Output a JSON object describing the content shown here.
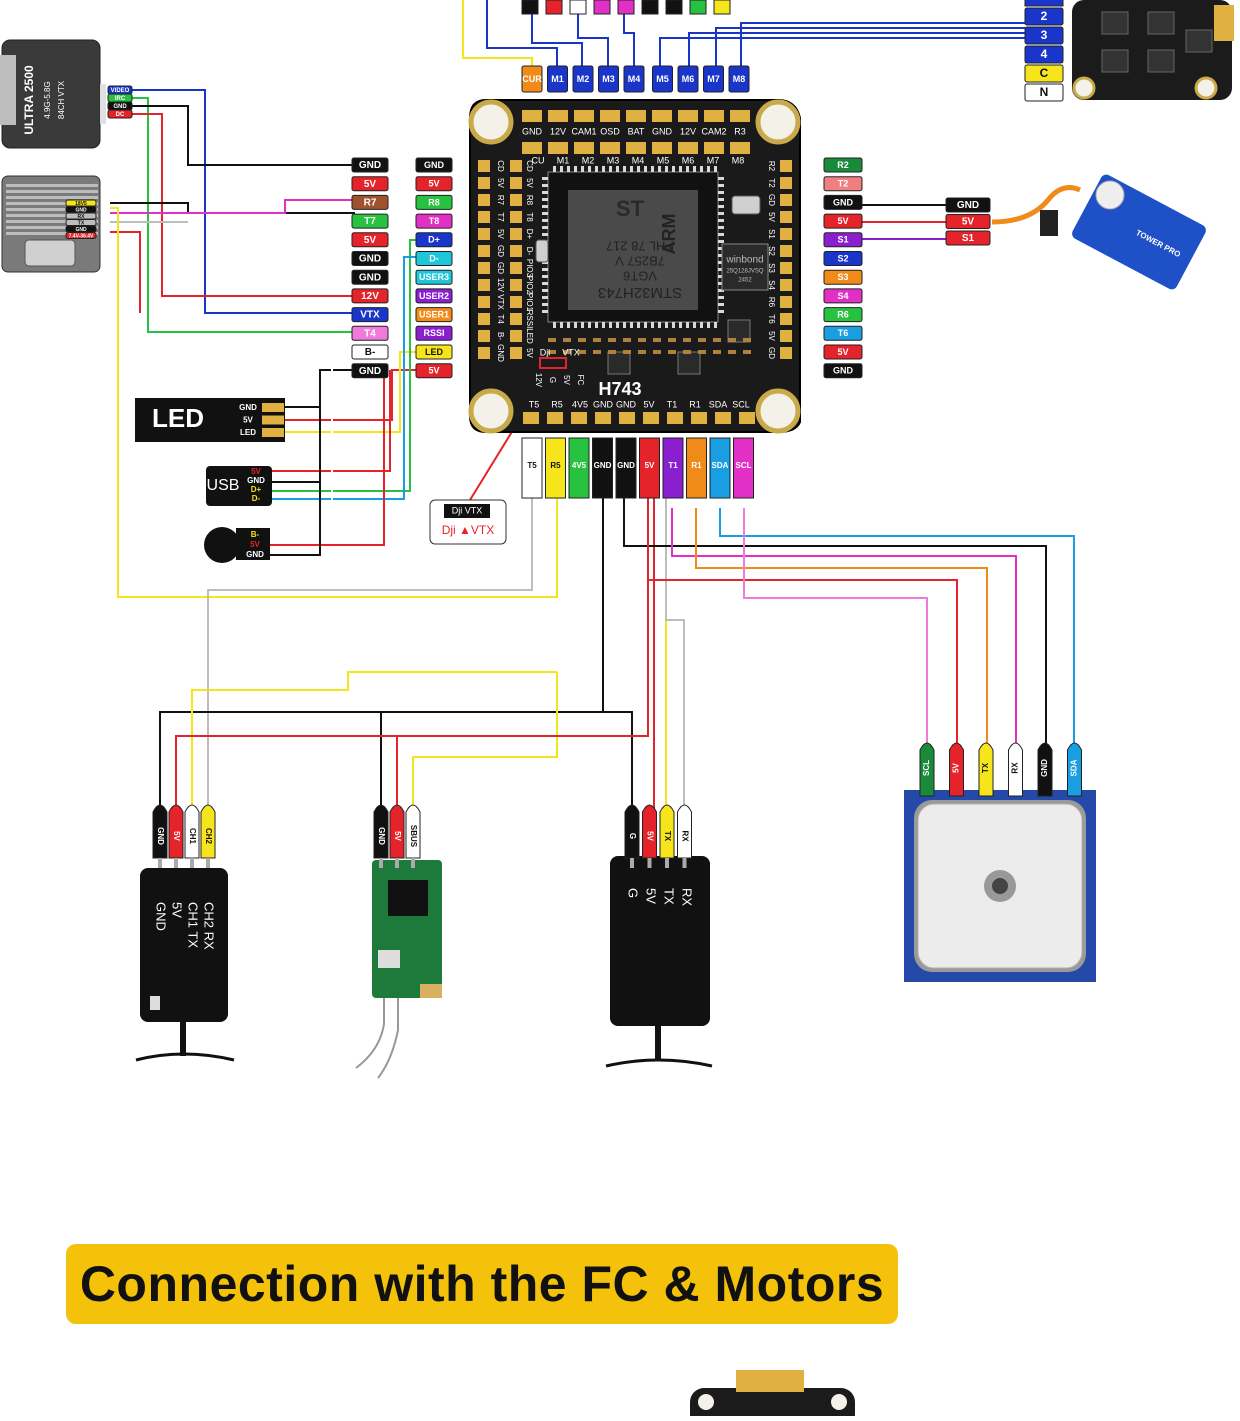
{
  "colors": {
    "black": "#111111",
    "red": "#e5232a",
    "yellow": "#f7e51b",
    "green": "#27c23f",
    "blue": "#1a35c9",
    "magenta": "#e230c7",
    "orange": "#f08a19",
    "white": "#ffffff",
    "sky": "#1a9ee2",
    "pink": "#f07ad9",
    "violet": "#8a1fd0",
    "brown": "#a0522d",
    "cyan": "#1ec6d8",
    "gray": "#bdbdbd",
    "salmon": "#f07f7f",
    "darkgreen": "#198a3a",
    "banner": "#f5c20b"
  },
  "vtx_module": {
    "brand": "ULTRA 2500",
    "subtitle": "4.9G-5.8G",
    "subtitle2": "84CH VTX",
    "pins": [
      "VIDEO",
      "IRC",
      "GND",
      "DC"
    ]
  },
  "camera_pins": [
    "18V5",
    "GND",
    "RX",
    "TX",
    "GND",
    "7.4V-36.4V"
  ],
  "esc": {
    "motor_pads": [
      "2",
      "3",
      "4",
      "C",
      "N"
    ]
  },
  "motor_pins": [
    "CUR",
    "M1",
    "M2",
    "M3",
    "M4",
    "M5",
    "M6",
    "M7",
    "M8"
  ],
  "left_pins_outer": [
    "GND",
    "5V",
    "R7",
    "T7",
    "5V",
    "GND",
    "GND",
    "12V",
    "VTX",
    "T4",
    "B-",
    "GND"
  ],
  "left_pins_inner": [
    "GND",
    "5V",
    "R8",
    "T8",
    "D+",
    "D-",
    "USER3",
    "USER2",
    "USER1",
    "RSSI",
    "LED",
    "5V"
  ],
  "right_pins": [
    "R2",
    "T2",
    "GND",
    "5V",
    "S1",
    "S2",
    "S3",
    "S4",
    "R6",
    "T6",
    "5V",
    "GND"
  ],
  "servo_pins": [
    "GND",
    "5V",
    "S1"
  ],
  "servo_label": "TOWER PRO",
  "bottom_pins": [
    "T5",
    "R5",
    "4V5",
    "GND",
    "GND",
    "5V",
    "T1",
    "R1",
    "SDA",
    "SCL"
  ],
  "fc": {
    "name": "H743",
    "mcu_line1": "STM32H743",
    "mcu_line2": "VGT6",
    "mcu_line3": "7B257 V",
    "mcu_line4": "PHL 78 217",
    "mcu_brand": "ARM",
    "flash_brand": "winbond",
    "flash_line1": "25Q128JVSQ",
    "flash_line2": "2452",
    "top_silk": [
      "GND",
      "12V",
      "CAM1",
      "OSD",
      "BAT",
      "GND",
      "12V",
      "CAM2",
      "R3"
    ],
    "top_silk2": [
      "CU",
      "M1",
      "M2",
      "M3",
      "M4",
      "M5",
      "M6",
      "M7",
      "M8"
    ],
    "bottom_silk": [
      "T5",
      "R5",
      "4V5",
      "GND",
      "GND",
      "5V",
      "T1",
      "R1",
      "SDA",
      "SCL"
    ],
    "left_silk": [
      "CD",
      "5V",
      "R7",
      "T7",
      "5V",
      "GD",
      "GD",
      "12V",
      "VTX",
      "T4",
      "B-",
      "GND"
    ],
    "left_silk2": [
      "CD",
      "5V",
      "R8",
      "T8",
      "D+",
      "D-",
      "PIO3",
      "PIO2",
      "PIO1",
      "RSSI",
      "LED",
      "5V"
    ],
    "right_silk": [
      "R2",
      "T2",
      "GD",
      "5V",
      "S1",
      "S2",
      "S3",
      "S4",
      "R6",
      "T6",
      "5V",
      "GD"
    ],
    "dji_label": "Dji VTX",
    "fc_marks": [
      "12V",
      "G",
      "5V",
      "FC"
    ]
  },
  "led_strip": {
    "label": "LED",
    "pins": [
      "GND",
      "5V",
      "LED"
    ]
  },
  "usb_module": {
    "label": "USB",
    "pins": [
      "5V",
      "GND",
      "D+",
      "D-"
    ]
  },
  "buzzer": {
    "pins": [
      "B-",
      "5V",
      "GND"
    ]
  },
  "dji_callout": {
    "top": "Dji VTX",
    "bottom": "Dji ▲VTX"
  },
  "rx1": {
    "plugs": [
      "GND",
      "5V",
      "CH1",
      "CH2"
    ],
    "silk": [
      "GND",
      "5V",
      "CH1 TX",
      "CH2 RX"
    ]
  },
  "rx2": {
    "plugs": [
      "GND",
      "5V",
      "SBUS"
    ]
  },
  "rx3": {
    "plugs": [
      "G",
      "5V",
      "TX",
      "RX"
    ],
    "silk": [
      "G",
      "5V",
      "TX",
      "RX"
    ]
  },
  "gps": {
    "plugs": [
      "SCL",
      "5V",
      "TX",
      "RX",
      "GND",
      "SDA"
    ]
  },
  "banner": {
    "text": "Connection with the FC & Motors"
  }
}
